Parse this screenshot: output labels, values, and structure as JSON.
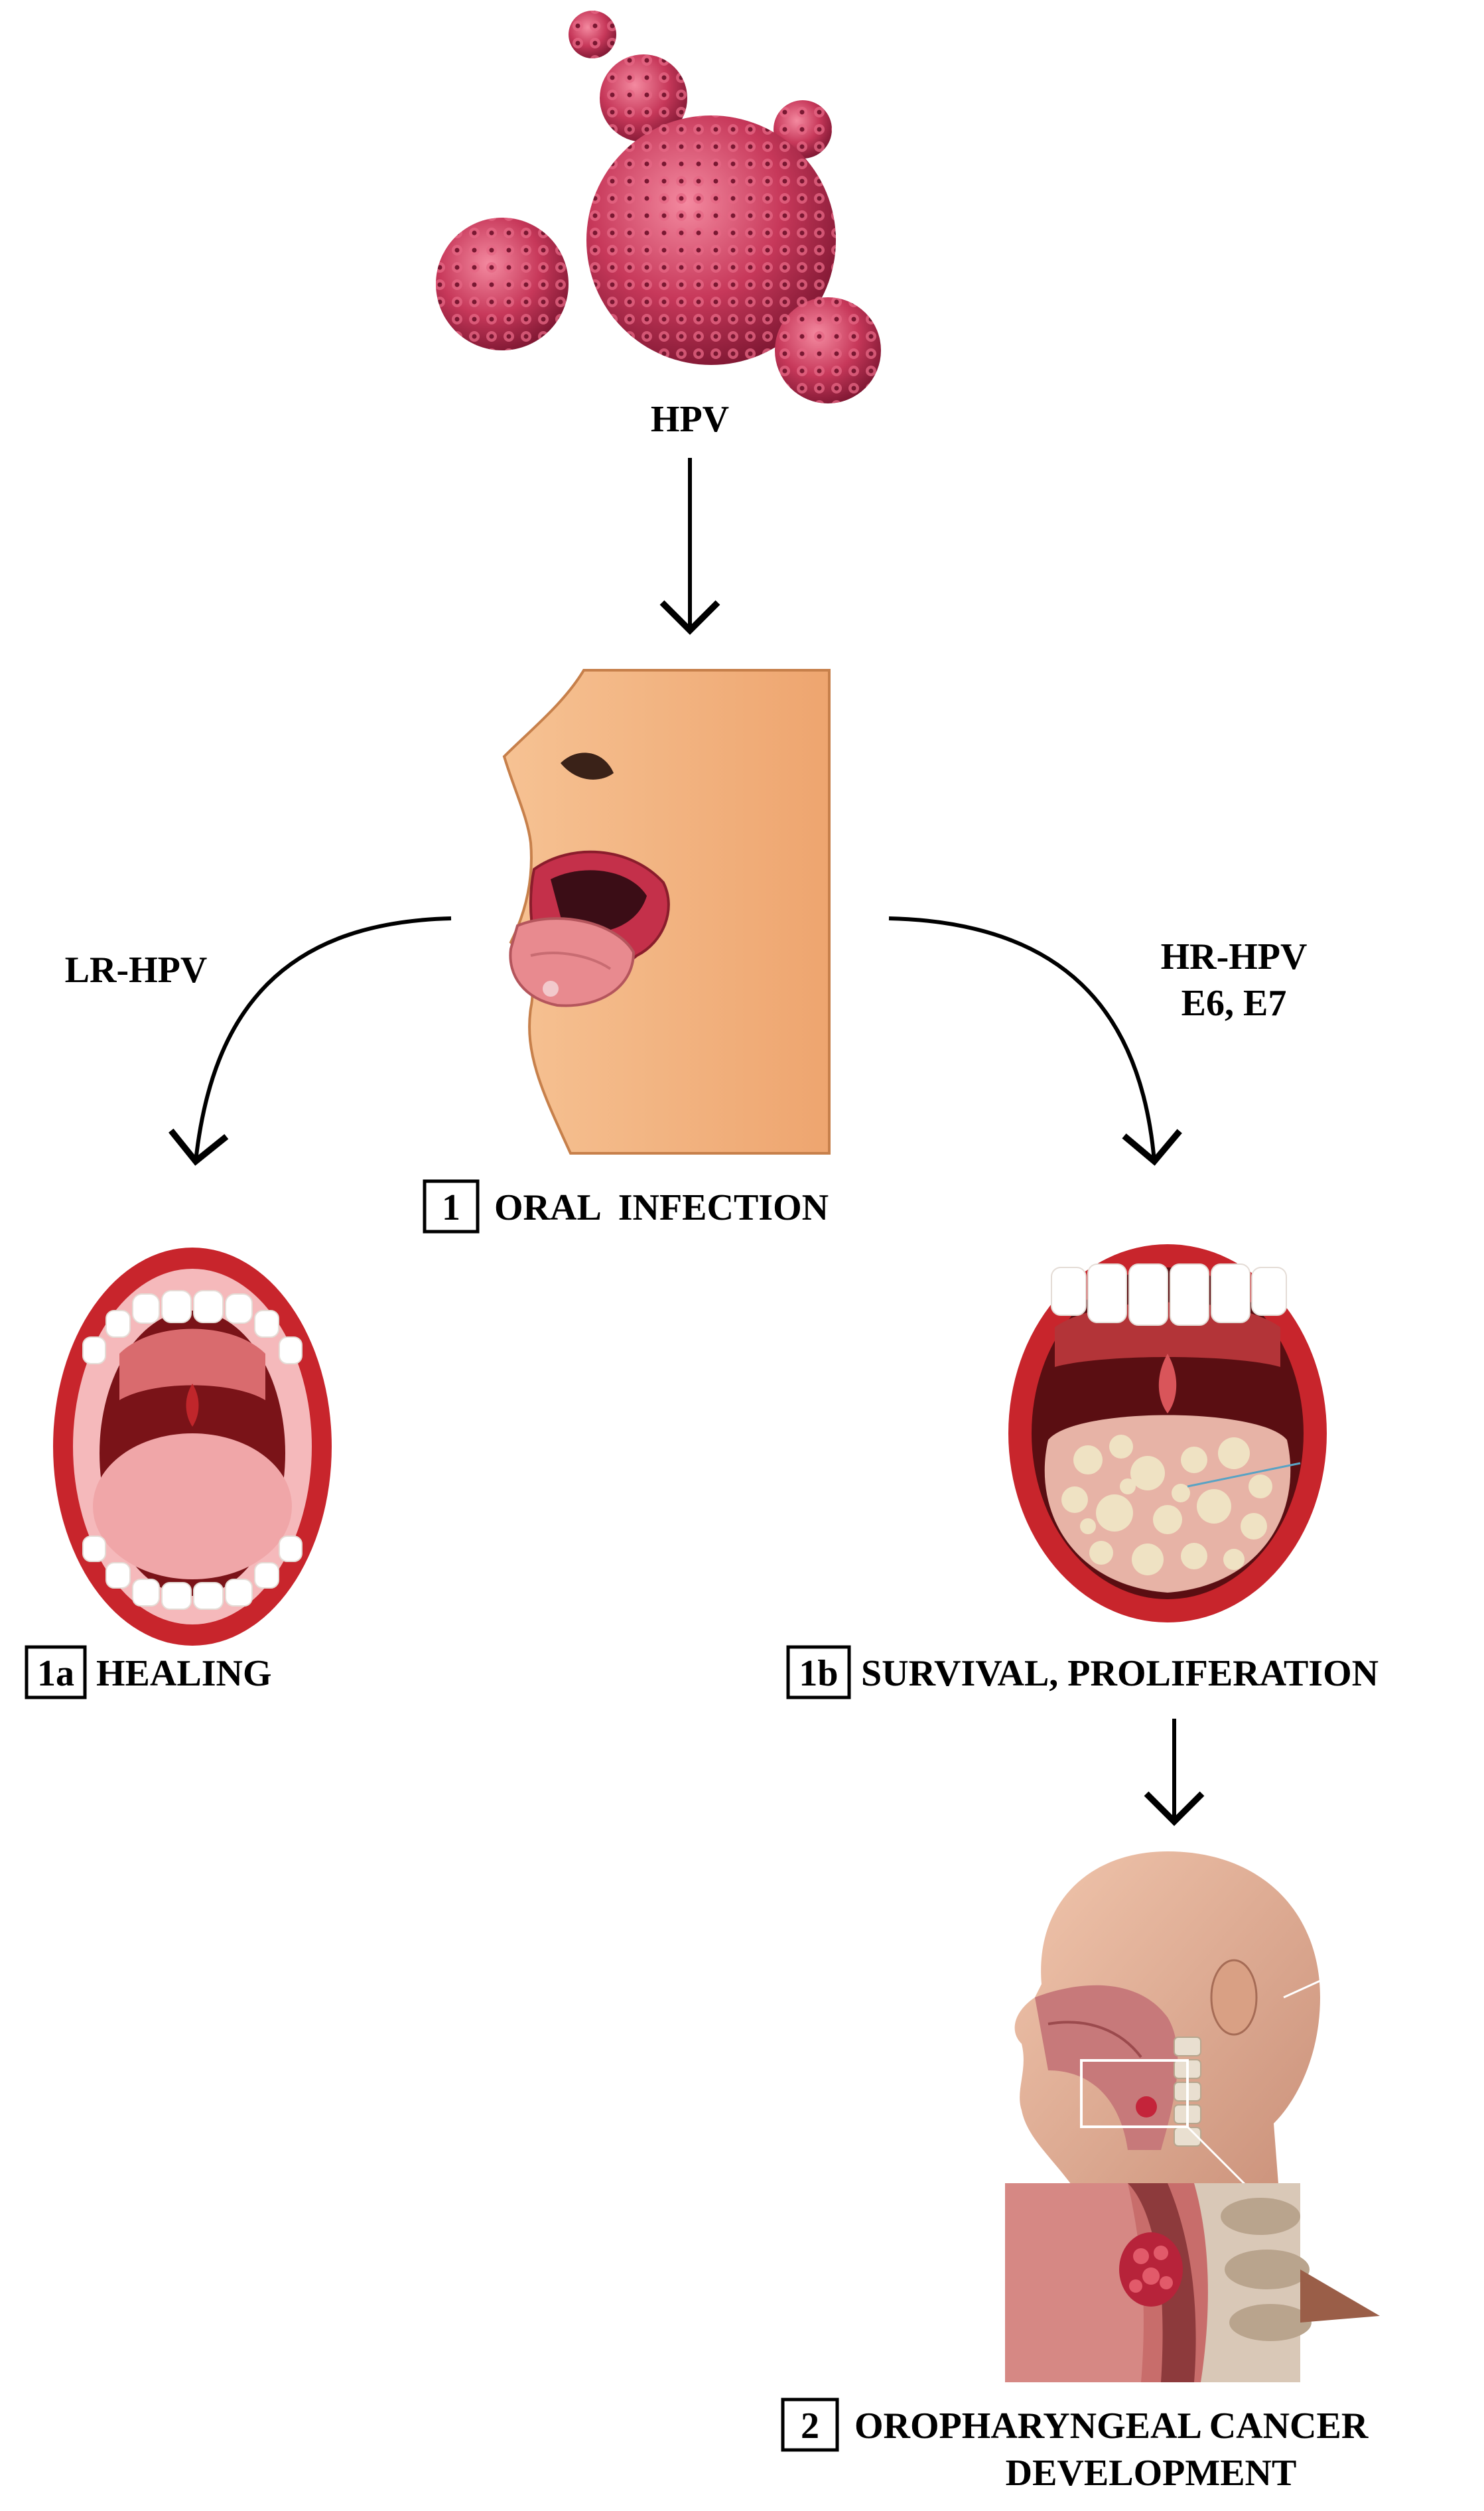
{
  "labels": {
    "hpv": "HPV",
    "lr_hpv": "LR-HPV",
    "hr_hpv": "HR-HPV",
    "hr_oncogenes": "E6, E7"
  },
  "steps": {
    "oral_infection": {
      "number": "1",
      "label": "ORAL  INFECTION"
    },
    "healing": {
      "number": "1a",
      "label": "HEALING"
    },
    "survival": {
      "number": "1b",
      "label": "SURVIVAL, PROLIFERATION"
    },
    "cancer": {
      "number": "2",
      "label_line1": "OROPHARYNGEAL CANCER",
      "label_line2": "DEVELOPMENT"
    }
  },
  "colors": {
    "virus_dark": "#8e1d3a",
    "virus_light": "#e8607f",
    "skin": "#f2b27c",
    "lip_red": "#c8252c",
    "tongue_pink": "#f0a6a8",
    "tooth": "#ffffff",
    "plaque": "#efe2c3",
    "head_skin": "#e8b79c",
    "tissue_red": "#b9484c"
  },
  "icons": {
    "virus": "hpv-virus-cluster-illustration",
    "face": "face-tongue-out-illustration",
    "healthy_mouth": "healthy-open-mouth-illustration",
    "infected_mouth": "infected-open-mouth-illustration",
    "head": "head-neck-anatomy-illustration"
  }
}
